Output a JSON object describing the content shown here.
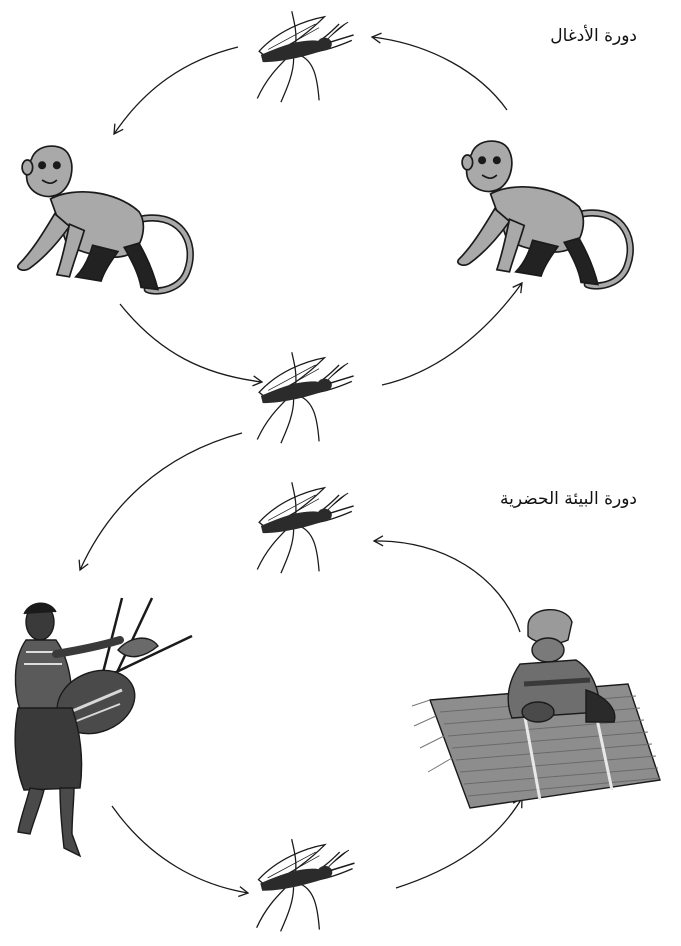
{
  "labels": {
    "sylvatic_cycle": "دورة الأدغال",
    "urban_cycle": "دورة البيئة الحضرية"
  },
  "colors": {
    "ink": "#1a1a1a",
    "monkey_fill": "#a9a9a9",
    "mosquito_fill": "#2b2b2b",
    "mat_fill": "#8d8d8d"
  },
  "icons": [
    "mosquito-icon",
    "monkey-icon",
    "warrior-icon",
    "weaver-icon",
    "cycle-arrow"
  ]
}
